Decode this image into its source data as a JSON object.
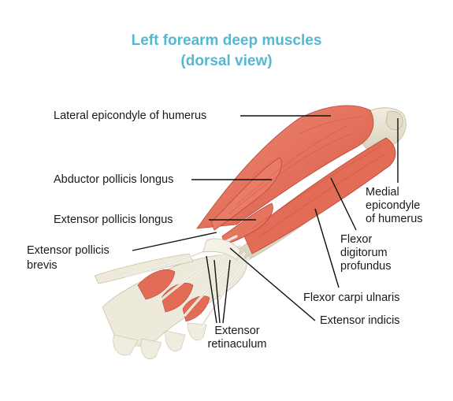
{
  "title": {
    "line1": "Left forearm deep muscles",
    "line2": "(dorsal view)"
  },
  "labels": {
    "lateral_epicondyle": "Lateral epicondyle of humerus",
    "abductor_pollicis_longus": "Abductor pollicis longus",
    "extensor_pollicis_longus": "Extensor pollicis longus",
    "extensor_pollicis_brevis_1": "Extensor pollicis",
    "extensor_pollicis_brevis_2": "brevis",
    "medial_epicondyle_1": "Medial",
    "medial_epicondyle_2": "epicondyle",
    "medial_epicondyle_3": "of humerus",
    "flexor_digitorum_1": "Flexor",
    "flexor_digitorum_2": "digitorum",
    "flexor_digitorum_3": "profundus",
    "flexor_carpi_ulnaris": "Flexor carpi ulnaris",
    "extensor_indicis": "Extensor indicis",
    "extensor_retinaculum_1": "Extensor",
    "extensor_retinaculum_2": "retinaculum"
  },
  "colors": {
    "title": "#54b8d4",
    "muscle": "#e8735e",
    "muscle_dark": "#c9503d",
    "bone": "#e9e4d2",
    "tendon": "#f3f3ee",
    "leader": "#111111"
  }
}
